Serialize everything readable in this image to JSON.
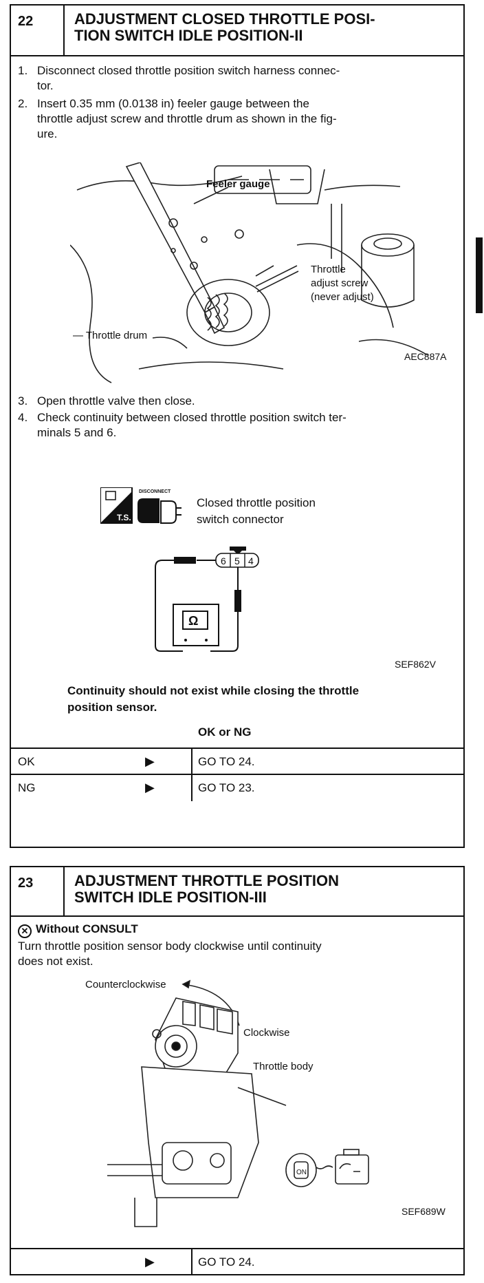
{
  "section22": {
    "number": "22",
    "title_line1": "ADJUSTMENT CLOSED THROTTLE POSI-",
    "title_line2": "TION SWITCH IDLE POSITION-II",
    "steps": [
      {
        "n": "1.",
        "line1": "Disconnect closed throttle position switch harness connec-",
        "line2": "tor."
      },
      {
        "n": "2.",
        "line1": "Insert 0.35 mm (0.0138 in) feeler gauge between the",
        "line2": "throttle adjust screw and throttle drum as shown in the fig-",
        "line3": "ure."
      }
    ],
    "figure1": {
      "label_feeler": "Feeler gauge",
      "label_adjust1": "Throttle",
      "label_adjust2": "adjust screw",
      "label_adjust3": "(never adjust)",
      "label_drum": "— Throttle drum",
      "code": "AEC887A"
    },
    "steps2": [
      {
        "n": "3.",
        "line1": "Open throttle valve then close."
      },
      {
        "n": "4.",
        "line1": "Check continuity between closed throttle position switch ter-",
        "line2": "minals 5 and 6."
      }
    ],
    "figure2": {
      "ts_label": "T.S.",
      "disconnect_label": "DISCONNECT",
      "connector_label1": "Closed throttle position",
      "connector_label2": "switch connector",
      "pin6": "6",
      "pin5": "5",
      "pin4": "4",
      "ohm": "Ω",
      "code": "SEF862V"
    },
    "result_line1": "Continuity should not exist while closing the throttle",
    "result_line2": "position sensor.",
    "ok_ng": "OK or NG",
    "rows": [
      {
        "key": "OK",
        "arrow": "▶",
        "value": "GO TO 24."
      },
      {
        "key": "NG",
        "arrow": "▶",
        "value": "GO TO 23."
      }
    ]
  },
  "section23": {
    "number": "23",
    "title_line1": "ADJUSTMENT THROTTLE POSITION",
    "title_line2": "SWITCH IDLE POSITION-III",
    "without_consult": "Without CONSULT",
    "instr_line1": "Turn throttle position sensor body clockwise until continuity",
    "instr_line2": "does not exist.",
    "figure": {
      "label_ccw": "Counterclockwise",
      "label_cw": "Clockwise",
      "label_body": "Throttle body",
      "key_on": "ON",
      "code": "SEF689W"
    },
    "row": {
      "arrow": "▶",
      "value": "GO TO 24."
    }
  }
}
